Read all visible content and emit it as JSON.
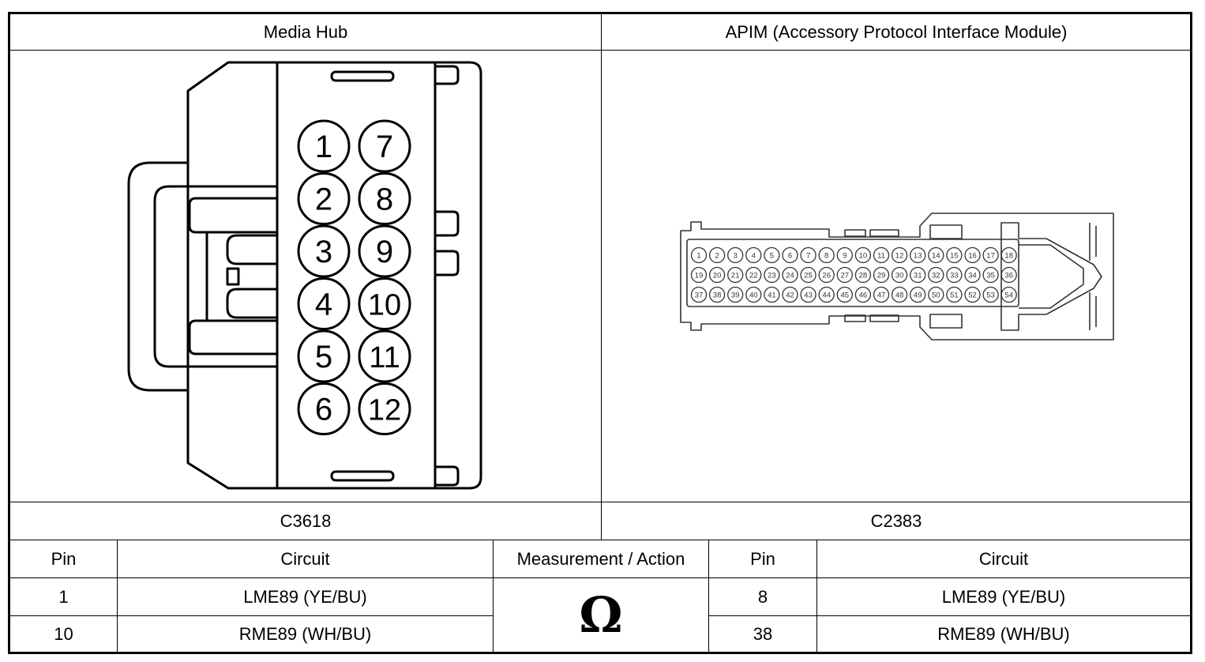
{
  "header": {
    "left_title": "Media Hub",
    "right_title": "APIM (Accessory Protocol Interface Module)"
  },
  "connectors": {
    "left_id": "C3618",
    "right_id": "C2383",
    "left_pins": [
      "1",
      "2",
      "3",
      "4",
      "5",
      "6",
      "7",
      "8",
      "9",
      "10",
      "11",
      "12"
    ],
    "right_pins": [
      "1",
      "2",
      "3",
      "4",
      "5",
      "6",
      "7",
      "8",
      "9",
      "10",
      "11",
      "12",
      "13",
      "14",
      "15",
      "16",
      "17",
      "18",
      "19",
      "20",
      "21",
      "22",
      "23",
      "24",
      "25",
      "26",
      "27",
      "28",
      "29",
      "30",
      "31",
      "32",
      "33",
      "34",
      "35",
      "36",
      "37",
      "38",
      "39",
      "40",
      "41",
      "42",
      "43",
      "44",
      "45",
      "46",
      "47",
      "48",
      "49",
      "50",
      "51",
      "52",
      "53",
      "54"
    ]
  },
  "table": {
    "headers": {
      "pin_left": "Pin",
      "circuit_left": "Circuit",
      "measurement": "Measurement / Action",
      "pin_right": "Pin",
      "circuit_right": "Circuit"
    },
    "measurement_symbol": "Ω",
    "rows": [
      {
        "pin_left": "1",
        "circuit_left": "LME89 (YE/BU)",
        "pin_right": "8",
        "circuit_right": "LME89 (YE/BU)"
      },
      {
        "pin_left": "10",
        "circuit_left": "RME89 (WH/BU)",
        "pin_right": "38",
        "circuit_right": "RME89 (WH/BU)"
      }
    ]
  }
}
